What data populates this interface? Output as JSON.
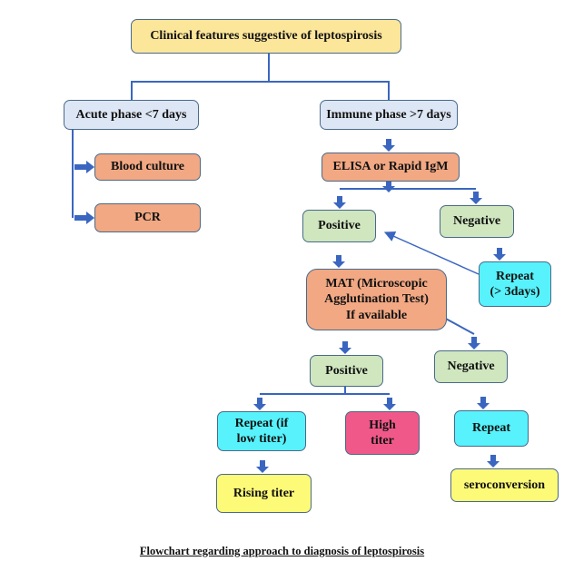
{
  "colors": {
    "yellow_light": "#fce69a",
    "blue_light": "#dde6f4",
    "orange": "#f1a883",
    "green_light": "#cfe6bf",
    "cyan": "#57f2fb",
    "pink": "#f0588a",
    "yellow": "#fdfa77",
    "arrow_blue": "#3a66c0",
    "border": "#4a6a8a"
  },
  "nodes": {
    "clinical": "Clinical features suggestive of leptospirosis",
    "acute": "Acute phase <7 days",
    "immune": "Immune phase >7 days",
    "blood_culture": "Blood culture",
    "pcr": "PCR",
    "elisa": "ELISA or Rapid IgM",
    "positive_1": "Positive",
    "negative_1": "Negative",
    "repeat_3days": "Repeat\n(> 3days)",
    "mat": "MAT (Microscopic\nAgglutination Test)\nIf available",
    "positive_2": "Positive",
    "negative_2": "Negative",
    "repeat_low_titer": "Repeat (if\nlow titer)",
    "high_titer": "High\ntiter",
    "repeat": "Repeat",
    "rising_titer": "Rising titer",
    "seroconversion": "seroconversion"
  },
  "caption": "Flowchart regarding approach to diagnosis of leptospirosis"
}
